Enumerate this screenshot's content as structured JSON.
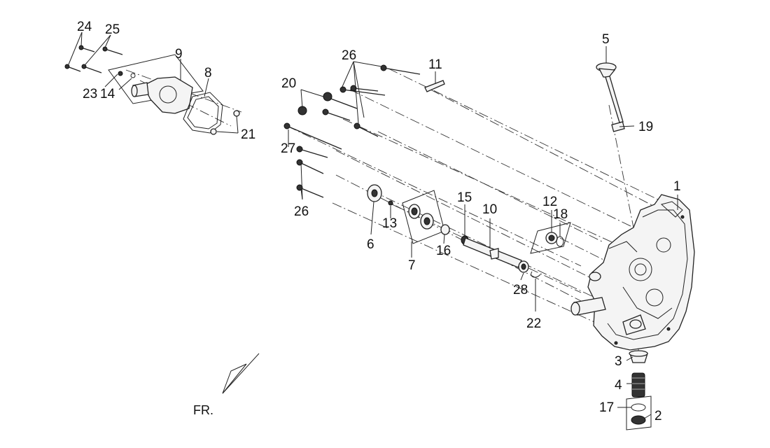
{
  "callouts": {
    "c1": "1",
    "c2": "2",
    "c3": "3",
    "c4": "4",
    "c5": "5",
    "c6": "6",
    "c7": "7",
    "c8": "8",
    "c9": "9",
    "c10": "10",
    "c11": "11",
    "c12": "12",
    "c13": "13",
    "c14": "14",
    "c15": "15",
    "c16": "16",
    "c17": "17",
    "c18": "18",
    "c19": "19",
    "c20": "20",
    "c21": "21",
    "c22": "22",
    "c23": "23",
    "c24": "24",
    "c25": "25",
    "c26a": "26",
    "c26b": "26",
    "c27": "27",
    "c28": "28"
  },
  "direction_label": "FR."
}
